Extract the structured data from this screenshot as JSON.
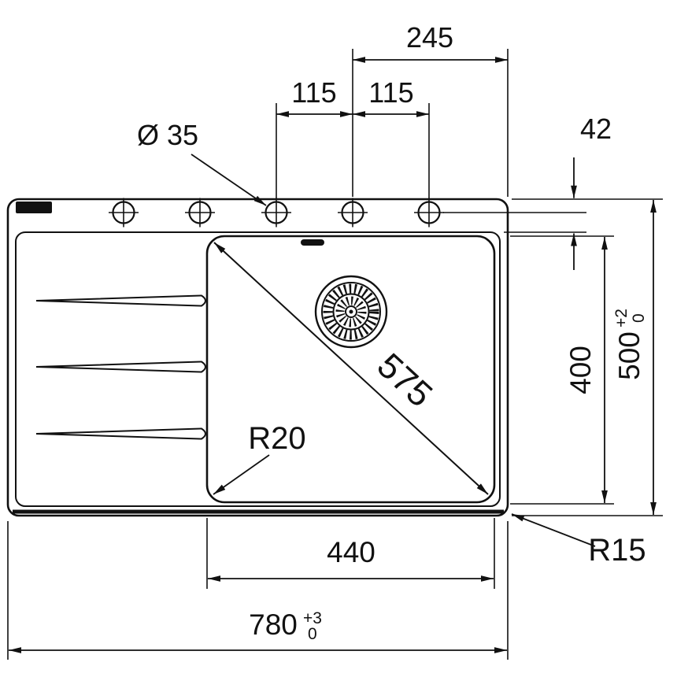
{
  "colors": {
    "line": "#111111",
    "background": "#ffffff"
  },
  "dims": {
    "d245": "245",
    "d115a": "115",
    "d115b": "115",
    "dia35": "Ø 35",
    "d42": "42",
    "d400": "400",
    "d500": "500",
    "d500_tol_up": "+2",
    "d500_tol_low": "0",
    "d575": "575",
    "r20": "R20",
    "d440": "440",
    "d780": "780",
    "d780_tol_up": "+3",
    "d780_tol_low": "0",
    "r15": "R15"
  }
}
